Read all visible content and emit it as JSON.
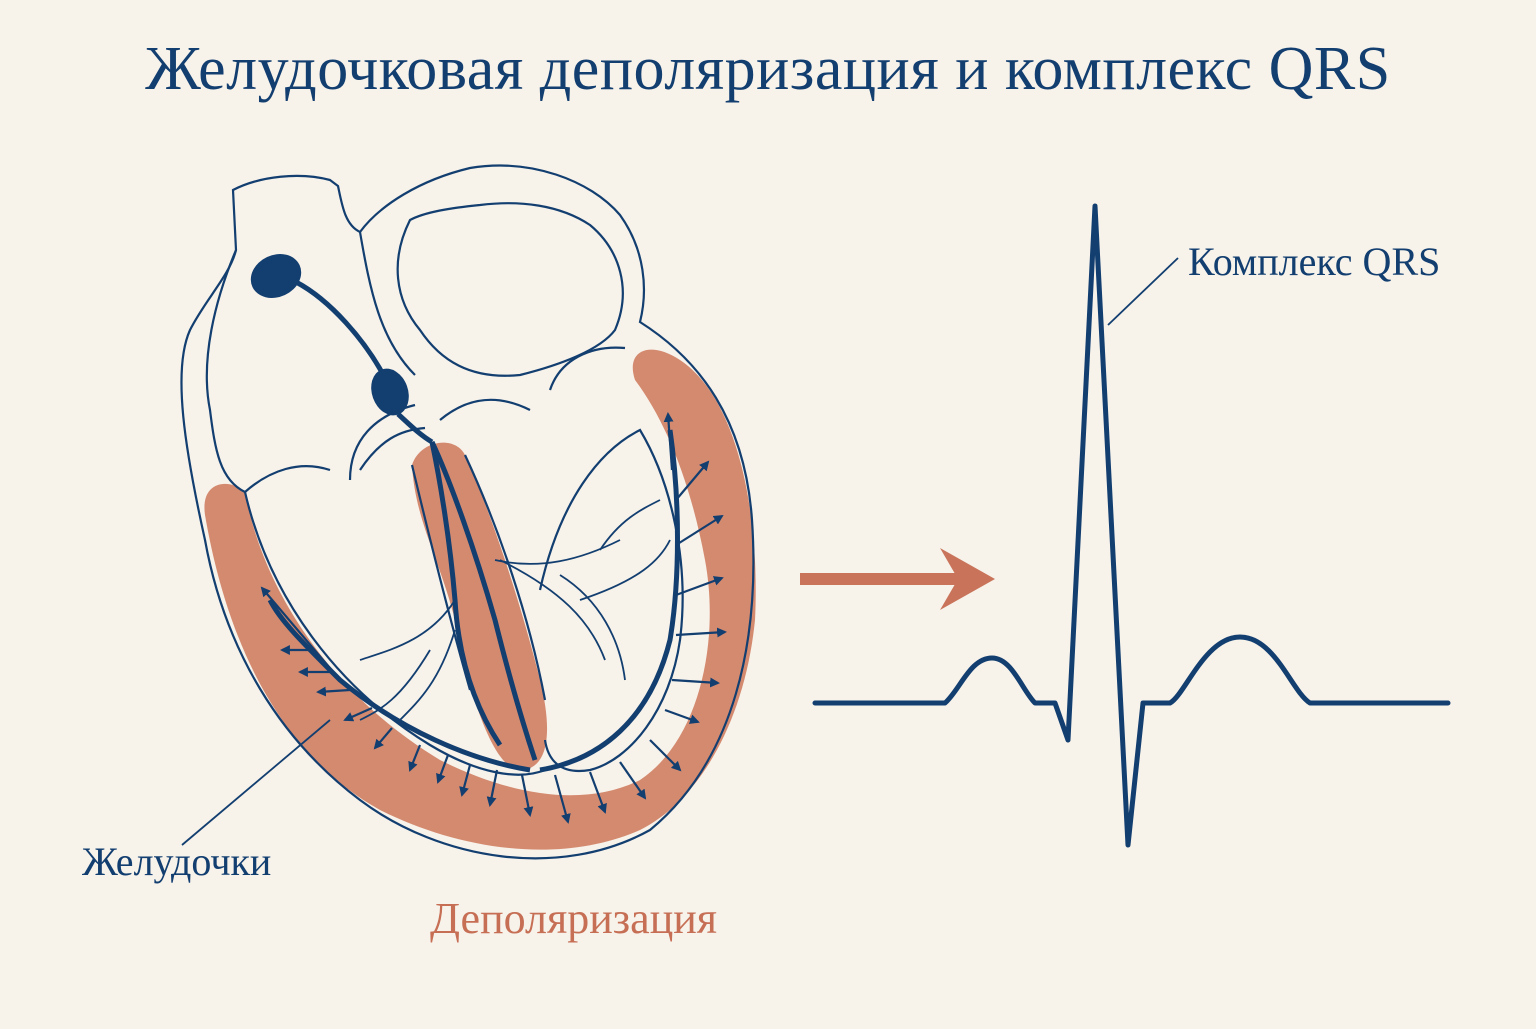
{
  "title": "Желудочковая деполяризация и комплекс QRS",
  "labels": {
    "qrs_complex": "Комплекс QRS",
    "ventricles": "Желудочки",
    "depolarization": "Деполяризация"
  },
  "colors": {
    "background": "#f7f2ea",
    "outline": "#123e70",
    "depolarization": "#d48a6f",
    "depolarization_text": "#c66f55"
  }
}
